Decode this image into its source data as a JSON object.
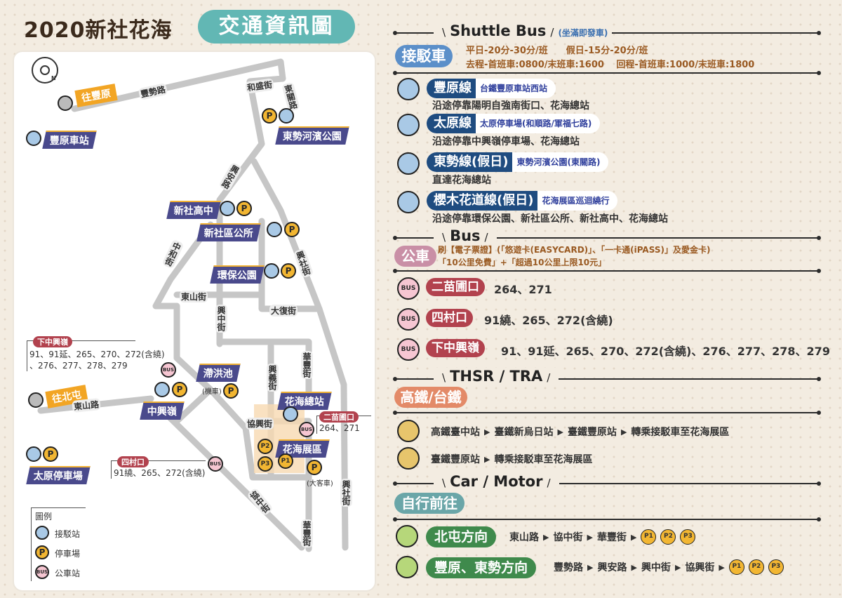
{
  "header": {
    "title": "2020新社花海",
    "subtitle": "交通資訊圖"
  },
  "map": {
    "compass_label": "N",
    "directions": {
      "fengyuan": "往豐原",
      "beitun": "往北屯"
    },
    "roads": {
      "fengshi": "豐勢路",
      "hesheng": "和盛街",
      "dongguan": "東關路",
      "xingan": "興安路",
      "zhonghe": "中和街",
      "xingshe": "興社街",
      "xingshe2": "興社街",
      "dongshan_st": "東山街",
      "dafu": "大復街",
      "xingzhong": "興中街",
      "xingyi": "興義街",
      "huafeng": "華豐街",
      "huafeng2": "華豐街",
      "xiexing": "協興街",
      "xiezhong": "協中街",
      "dongshan_rd": "東山路"
    },
    "places": {
      "fengyuan_station": "豐原車站",
      "dongshi_park": "東勢河濱公園",
      "xinshe_high": "新社高中",
      "xinshe_office": "新社區公所",
      "env_park": "環保公園",
      "detention_pond": "滯洪池",
      "zhongxingling": "中興嶺",
      "main_station": "花海總站",
      "expo": "花海展區",
      "taiyuan_parking": "太原停車場"
    },
    "notes": {
      "moto": "(機車)",
      "bus_parking": "(大客車)"
    },
    "bus_stops": [
      {
        "name": "下中興嶺",
        "routes_line1": "91、91延、265、270、272(含繞)",
        "routes_line2": "、276、277、278、279"
      },
      {
        "name": "四村口",
        "routes": "91繞、265、272(含繞)"
      },
      {
        "name": "二苗圃口",
        "routes": "264、271"
      }
    ],
    "legend": {
      "title": "圖例",
      "items": [
        {
          "icon": "shuttle-icon",
          "label": "接駁站"
        },
        {
          "icon": "parking-icon",
          "label": "停車場"
        },
        {
          "icon": "bus-stop-icon",
          "label": "公車站"
        }
      ]
    },
    "icon_text": {
      "parking": "P",
      "bus": "BUS",
      "p1": "P1",
      "p2": "P2",
      "p3": "P3"
    }
  },
  "shuttle": {
    "heading": "Shuttle Bus",
    "note": "(坐滿即發車)",
    "badge": "接駁車",
    "info_line1": "平日-20分-30分/班　　假日-15分-20分/班",
    "info_line2": "去程-首班車:0800/末班車:1600　 回程-首班車:1000/末班車:1800",
    "lines": [
      {
        "name": "豐原線",
        "start": "台鐵豐原車站西站",
        "desc": "沿途停靠陽明自強南街口、花海總站"
      },
      {
        "name": "太原線",
        "start": "太原停車場(和順路/軍福七路)",
        "desc": "沿途停靠中興嶺停車場、花海總站"
      },
      {
        "name": "東勢線(假日)",
        "start": "東勢河濱公園(東關路)",
        "desc": "直達花海總站"
      },
      {
        "name": "櫻木花道線(假日)",
        "start": "花海展區巡迴繞行",
        "desc": "沿途停靠環保公園、新社區公所、新社高中、花海總站"
      }
    ]
  },
  "bus": {
    "heading": "Bus",
    "badge": "公車",
    "info_line1": "刷【電子票證】(「悠遊卡(EASYCARD)」、「一卡通(iPASS)」及愛金卡)",
    "info_line2": "「10公里免費」+「超過10公里上限10元」",
    "stops": [
      {
        "name": "二苗圃口",
        "routes": "264、271"
      },
      {
        "name": "四村口",
        "routes": "91繞、265、272(含繞)"
      },
      {
        "name": "下中興嶺",
        "routes": "91、91延、265、270、272(含繞)、276、277、278、279"
      }
    ]
  },
  "rail": {
    "heading": "THSR / TRA",
    "badge": "高鐵/台鐵",
    "routes": [
      [
        "高鐵臺中站",
        "臺鐵新烏日站",
        "臺鐵豐原站",
        "轉乘接駁車至花海展區"
      ],
      [
        "臺鐵豐原站",
        "轉乘接駁車至花海展區"
      ]
    ]
  },
  "car": {
    "heading": "Car / Motor",
    "badge": "自行前往",
    "routes": [
      {
        "direction": "北屯方向",
        "path": [
          "東山路",
          "協中街",
          "華豐街"
        ]
      },
      {
        "direction": "豐原、東勢方向",
        "path": [
          "豐勢路",
          "興安路",
          "興中街",
          "協興街"
        ]
      }
    ]
  },
  "colors": {
    "shuttle": "#5b8fc9",
    "shuttle_line": "#1f4c80",
    "bus": "#c98fa6",
    "bus_stop": "#b2424e",
    "rail": "#e38a68",
    "car": "#6aa6a8",
    "car_route": "#3f8a4c",
    "parking": "#f2b632",
    "title_pill": "#62b7b4"
  }
}
